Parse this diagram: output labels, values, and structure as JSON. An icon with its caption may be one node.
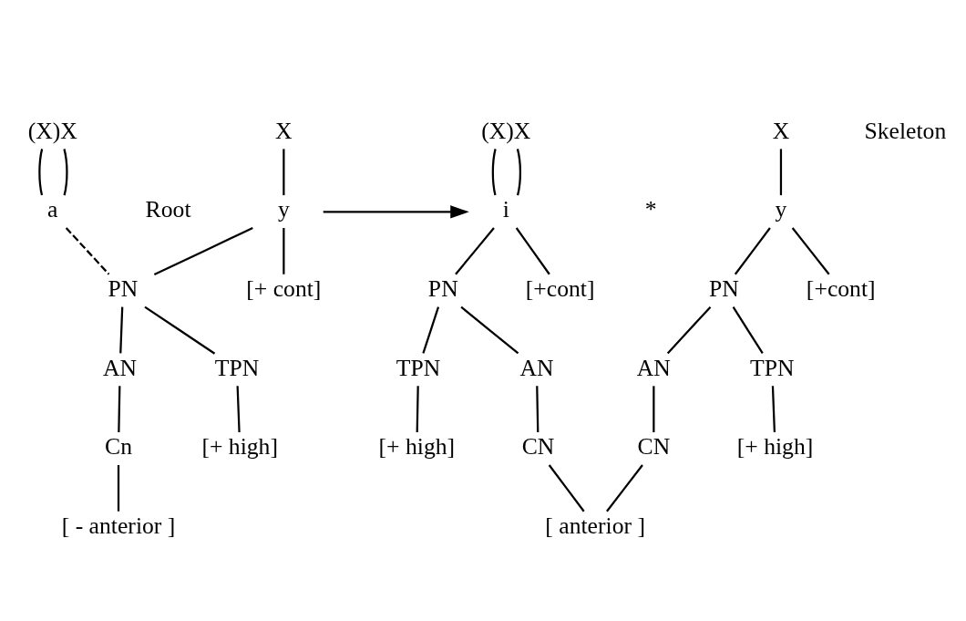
{
  "diagram": {
    "nodes": [
      {
        "text": [
          "(X)X"
        ]
      },
      {
        "text": [
          "X"
        ]
      },
      {
        "text": [
          "a"
        ]
      },
      {
        "text": [
          "y"
        ]
      },
      {
        "text": [
          "PN"
        ]
      },
      {
        "text": [
          "[+ cont]"
        ]
      },
      {
        "text": [
          "AN"
        ]
      },
      {
        "text": [
          "TPN"
        ]
      },
      {
        "text": [
          "Cn"
        ]
      },
      {
        "text": [
          "[+ high]"
        ]
      },
      {
        "text": [
          "[ - anterior ]"
        ]
      },
      {
        "text": [
          "(X)X"
        ]
      },
      {
        "text": [
          "i"
        ]
      },
      {
        "text": [
          "PN"
        ]
      },
      {
        "text": [
          "[+cont]"
        ]
      },
      {
        "text": [
          "AN"
        ]
      },
      {
        "text": [
          "TPN"
        ]
      },
      {
        "text": [
          "CN"
        ]
      },
      {
        "text": [
          "[+ high]"
        ]
      },
      {
        "text": [
          "[ anterior ]"
        ]
      },
      {
        "text": [
          "X"
        ]
      },
      {
        "text": [
          "y"
        ]
      },
      {
        "text": [
          "PN"
        ]
      },
      {
        "text": [
          "[+cont]"
        ]
      },
      {
        "text": [
          "AN"
        ]
      },
      {
        "text": [
          "TPN"
        ]
      },
      {
        "text": [
          "CN"
        ]
      },
      {
        "text": [
          "[+ high]"
        ]
      }
    ],
    "edges": [
      {
        "from": 0,
        "to": 2,
        "arrow": "none"
      },
      {
        "from": 0,
        "to": 2,
        "arrow": "none"
      },
      {
        "from": 1,
        "to": 3,
        "arrow": "none"
      },
      {
        "from": 2,
        "to": 4,
        "arrow": "none",
        "style": "dashed"
      },
      {
        "from": 3,
        "to": 4,
        "arrow": "none"
      },
      {
        "from": 3,
        "to": 5,
        "arrow": "none"
      },
      {
        "from": 4,
        "to": 6,
        "arrow": "none"
      },
      {
        "from": 4,
        "to": 7,
        "arrow": "none"
      },
      {
        "from": 6,
        "to": 8,
        "arrow": "none"
      },
      {
        "from": 7,
        "to": 9,
        "arrow": "none"
      },
      {
        "from": 8,
        "to": 10,
        "arrow": "none"
      },
      {
        "from": 3,
        "to": 12,
        "arrow": "to"
      },
      {
        "from": 11,
        "to": 12,
        "arrow": "none"
      },
      {
        "from": 11,
        "to": 12,
        "arrow": "none"
      },
      {
        "from": 12,
        "to": 13,
        "arrow": "none"
      },
      {
        "from": 12,
        "to": 14,
        "arrow": "none"
      },
      {
        "from": 13,
        "to": 15,
        "arrow": "none"
      },
      {
        "from": 13,
        "to": 16,
        "arrow": "none"
      },
      {
        "from": 15,
        "to": 17,
        "arrow": "none"
      },
      {
        "from": 16,
        "to": 18,
        "arrow": "none"
      },
      {
        "from": 17,
        "to": 19,
        "arrow": "none"
      },
      {
        "from": 20,
        "to": 21,
        "arrow": "none"
      },
      {
        "from": 21,
        "to": 22,
        "arrow": "none"
      },
      {
        "from": 21,
        "to": 23,
        "arrow": "none"
      },
      {
        "from": 22,
        "to": 24,
        "arrow": "none"
      },
      {
        "from": 22,
        "to": 25,
        "arrow": "none"
      },
      {
        "from": 24,
        "to": 26,
        "arrow": "none"
      },
      {
        "from": 25,
        "to": 27,
        "arrow": "none"
      },
      {
        "from": 26,
        "to": 19,
        "arrow": "none"
      }
    ],
    "labels": [
      "Skeleton",
      "Root",
      "*"
    ]
  }
}
